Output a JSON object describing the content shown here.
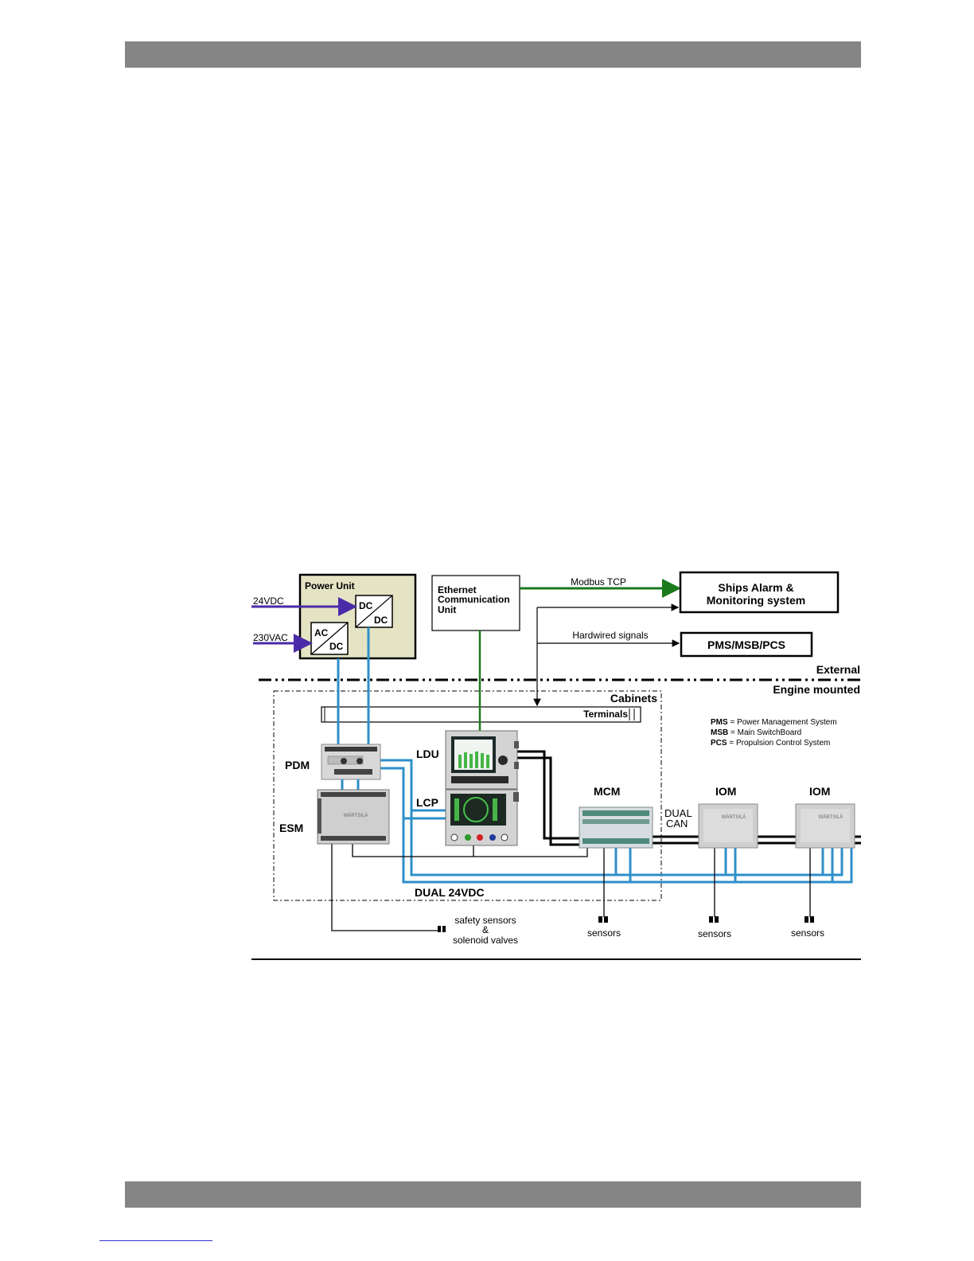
{
  "labels": {
    "power_unit": "Power Unit",
    "in_24vdc": "24VDC",
    "in_230vac": "230VAC",
    "dc_top": "DC",
    "dc_bottom": "DC",
    "ac": "AC",
    "dc_ac": "DC",
    "ecu_line1": "Ethernet",
    "ecu_line2": "Communication",
    "ecu_line3": "Unit",
    "modbus": "Modbus TCP",
    "hardwired": "Hardwired signals",
    "ships_line1": "Ships Alarm &",
    "ships_line2": "Monitoring system",
    "pms_box": "PMS/MSB/PCS",
    "external": "External",
    "engine_mounted": "Engine mounted",
    "cabinets": "Cabinets",
    "terminals": "Terminals",
    "legend": [
      {
        "abbr": "PMS",
        "text": " = Power Management System"
      },
      {
        "abbr": "MSB",
        "text": " = Main SwitchBoard"
      },
      {
        "abbr": "PCS",
        "text": " = Propulsion Control System"
      }
    ],
    "pdm": "PDM",
    "esm": "ESM",
    "ldu": "LDU",
    "lcp": "LCP",
    "mcm": "MCM",
    "iom1": "IOM",
    "iom2": "IOM",
    "dual_can_1": "DUAL",
    "dual_can_2": "CAN",
    "dual_24vdc": "DUAL 24VDC",
    "safety_1": "safety sensors",
    "safety_2": "&",
    "safety_3": "solenoid valves",
    "sensors_1": "sensors",
    "sensors_2": "sensors",
    "sensors_3": "sensors"
  },
  "colors": {
    "power_line": "#2e8fc9",
    "ethernet_line": "#1b7a1b",
    "input_line": "#4b2aa8",
    "power_unit_fill": "#e4e4c4",
    "header_bar": "#858585"
  }
}
